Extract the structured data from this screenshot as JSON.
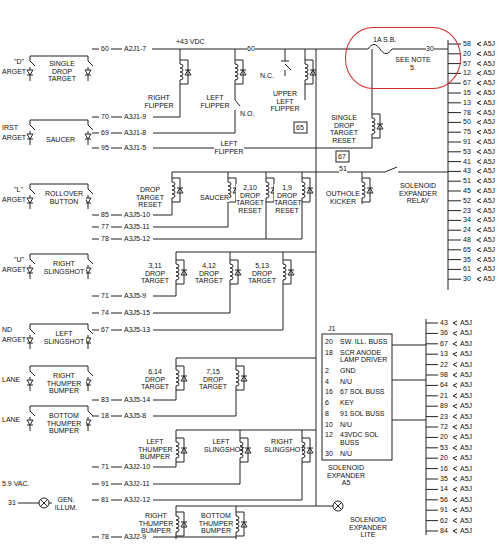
{
  "diagram": {
    "nodes": [
      {
        "text": [
          "1A S.B.",
          "SEE NOTE 5."
        ]
      }
    ],
    "labels": [
      "\"D\"",
      "ARGET",
      "IRST",
      "ARGET",
      "\"L\"",
      "ARGET",
      "\"U\"",
      "ARGET",
      "ND",
      "ARGET",
      "LANE",
      "LANE",
      "SINGLE DROP TARGET",
      "SAUCER",
      "ROLLOVER BUTTON",
      "RIGHT SLINGSHOT",
      "LEFT SLINGSHOT",
      "RIGHT THUMPER BUMPER",
      "BOTTOM THUMPER BUMPER",
      "5.9 VAC.",
      "31",
      "GEN. ILLUM.",
      "60",
      "A2J1-7",
      "+43 VDC",
      "60",
      "RIGHT FLIPPER",
      "LEFT FLIPPER",
      "N.C.",
      "UPPER LEFT FLIPPER",
      "30",
      "70",
      "A3J1-9",
      "69",
      "A3J1-8",
      "N.O.",
      "65",
      "LEFT FLIPPER",
      "SINGLE DROP TARGET RESET",
      "95",
      "A3J1-5",
      "67",
      "51",
      "SOLENOID EXPANDER RELAY",
      "DROP TARGET RESET",
      "SAUCER",
      "2,10 DROP TARGET RESET",
      "1,9 DROP TARGET RESET",
      "OUTHOLE KICKER",
      "85",
      "A3J5-10",
      "77",
      "A3J5-11",
      "78",
      "A3J5-12",
      "3,11 DROP TARGET",
      "4,12 DROP TARGET",
      "5,13 DROP TARGET",
      "71",
      "A3J5-9",
      "74",
      "A3J5-15",
      "67",
      "A3J5-13",
      "6,14 DROP TARGET",
      "7,15 DROP TARGET",
      "83",
      "A3J5-14",
      "18",
      "A3J5-8",
      "LEFT THUMPER BUMPER",
      "LEFT SLINGSHOT",
      "RIGHT SLINGSHOT",
      "71",
      "A3J2-10",
      "91",
      "A3J2-11",
      "81",
      "A3J2-12",
      "RIGHT THUMPER BUMPER",
      "BOTTOM THUMPER BUMPER",
      "78",
      "A3J2-9",
      "SOLENOID EXPANDER LITE",
      "SOLENOID EXPANDER A5",
      "J1",
      "20",
      "SW. ILL. BUSS",
      "18",
      "SCR ANODE LAMP DRIVER",
      "2",
      "GND",
      "4",
      "N/U",
      "16",
      "67 SOL BUSS",
      "6",
      "KEY",
      "8",
      "91 SOL BUSS",
      "10",
      "N/U",
      "12",
      "43VDC SOL BUSS",
      "30",
      "N/U",
      "58",
      "A5J",
      "20",
      "A5J",
      "57",
      "A5J",
      "12",
      "A5J",
      "67",
      "A5J",
      "15",
      "A5J",
      "13",
      "A5J",
      "78",
      "A5J",
      "50",
      "A5J",
      "75",
      "A5J",
      "91",
      "A5J",
      "53",
      "A5J",
      "41",
      "A5J",
      "43",
      "A5J",
      "51",
      "A5J",
      "45",
      "A5J",
      "52",
      "A5J",
      "23",
      "A5J",
      "34",
      "A5J",
      "24",
      "A5J",
      "48",
      "A5J",
      "65",
      "A5J",
      "35",
      "A5J",
      "61",
      "A5J",
      "30",
      "A5J",
      "43",
      "A5J",
      "36",
      "A5J",
      "67",
      "A5J",
      "13",
      "A5J",
      "22",
      "A5J",
      "98",
      "A5J",
      "64",
      "A5J",
      "21",
      "A5J",
      "89",
      "A5J",
      "23",
      "A5J",
      "72",
      "A5J",
      "20",
      "A5J",
      "53",
      "A5J",
      "20",
      "A5J",
      "16",
      "A5J",
      "35",
      "A5J",
      "14",
      "A5J",
      "56",
      "A5J",
      "91",
      "A5J",
      "62",
      "A5J",
      "84",
      "A5J"
    ]
  }
}
